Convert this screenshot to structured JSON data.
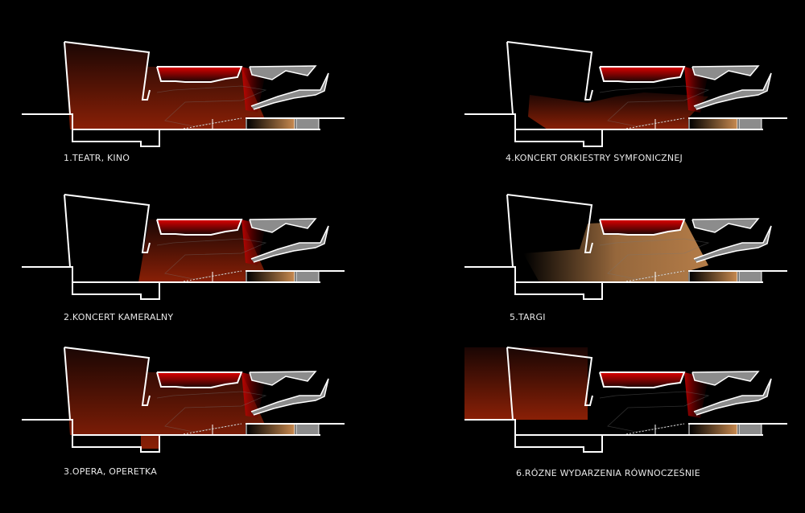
{
  "diagram_title": "",
  "panels": [
    {
      "label": "1.TEATR, KINO",
      "mode": "theatre"
    },
    {
      "label": "2.KONCERT KAMERALNY",
      "mode": "chamber"
    },
    {
      "label": "3.OPERA, OPERETKA",
      "mode": "opera"
    },
    {
      "label": "4.KONCERT ORKIESTRY SYMFONICZNEJ",
      "mode": "symphony"
    },
    {
      "label": "5.TARGI",
      "mode": "fair"
    },
    {
      "label": "6.RÓZNE WYDARZENIA RÓWNOCZEŚNIE",
      "mode": "simultaneous"
    }
  ],
  "colors": {
    "red_dark": "#1a0604",
    "red": "#8a2006",
    "bright_red": "#e00000",
    "beige": "#c88a50",
    "gray": "#8c8c8c",
    "line": "#ffffff"
  }
}
